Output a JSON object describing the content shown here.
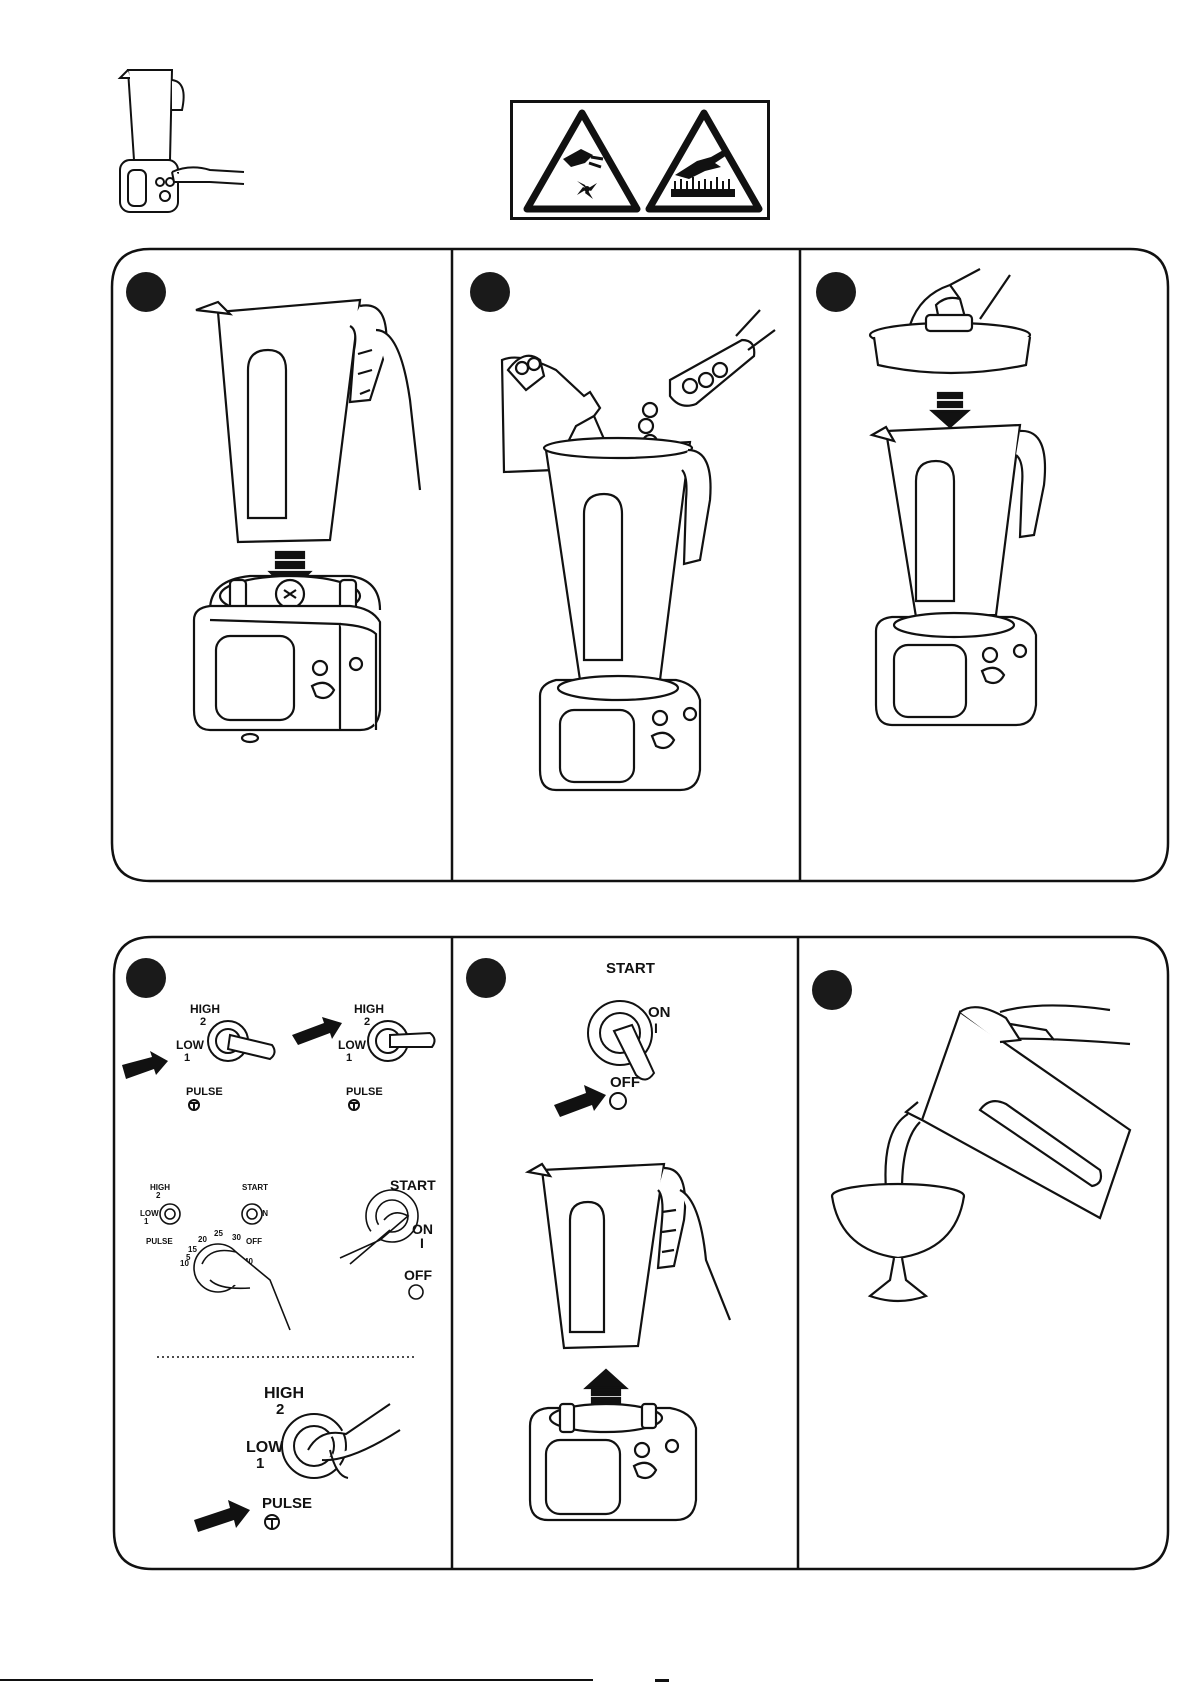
{
  "controls": {
    "speed_switch": {
      "high": "HIGH",
      "high_num": "2",
      "low": "LOW",
      "low_num": "1",
      "pulse": "PULSE"
    },
    "power_switch": {
      "start": "START",
      "on": "ON",
      "on_mark": "I",
      "off": "OFF"
    },
    "timer_numbers": [
      "5",
      "10",
      "15",
      "20",
      "25",
      "30",
      "40",
      "OFF"
    ]
  }
}
